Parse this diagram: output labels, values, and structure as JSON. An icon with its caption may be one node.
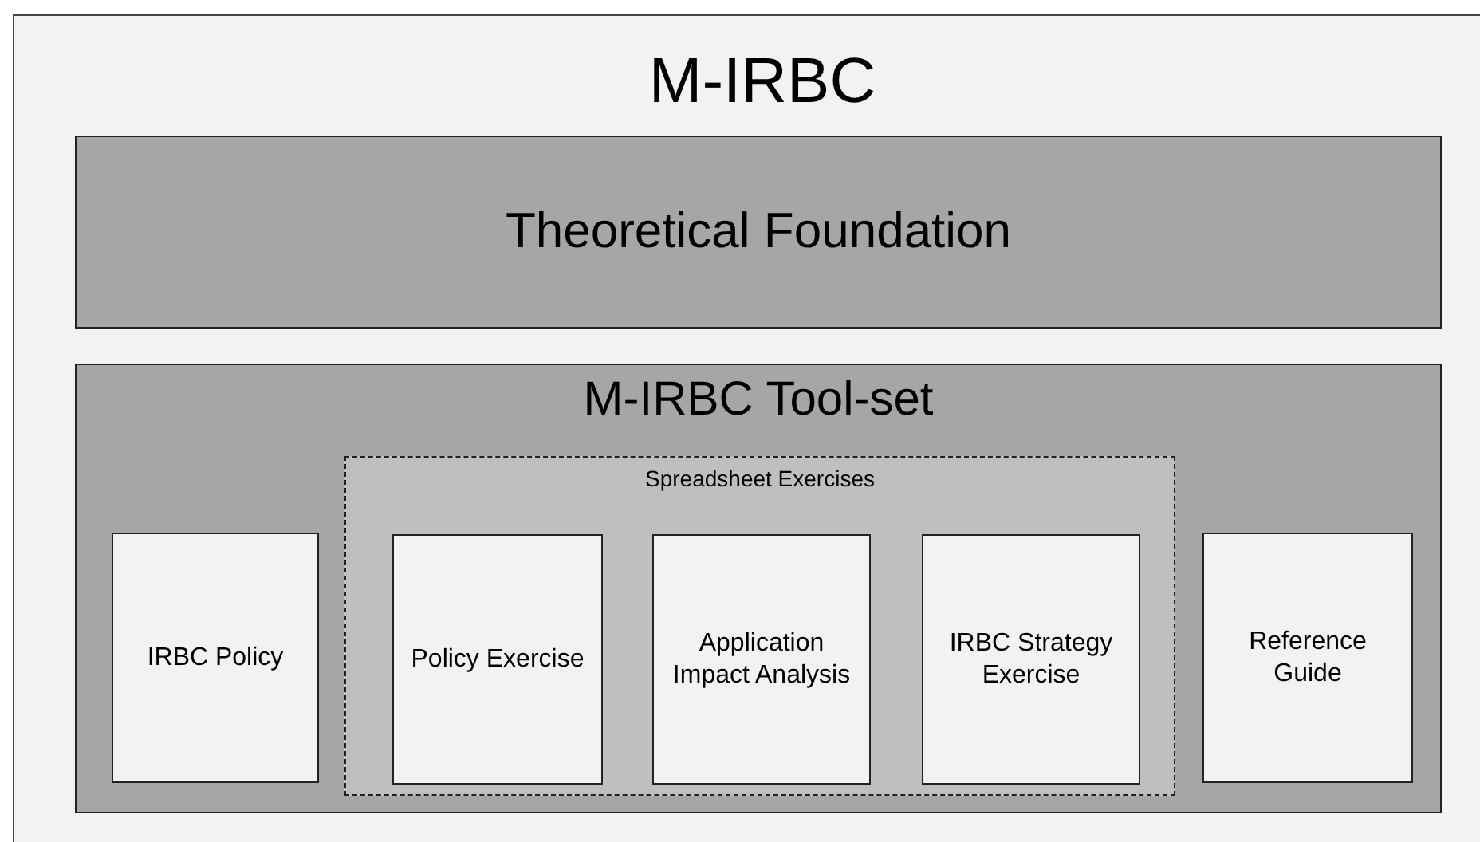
{
  "diagram": {
    "nodes": [
      {
        "text": [
          "M-IRBC"
        ]
      },
      {
        "text": [
          "Theoretical Foundation"
        ],
        "in": 0
      },
      {
        "text": [
          "M-IRBC Tool-set"
        ],
        "in": 0
      },
      {
        "text": [
          "IRBC Policy"
        ],
        "in": 2
      },
      {
        "text": [
          "Spreadsheet Exercises"
        ],
        "in": 2
      },
      {
        "text": [
          "Policy Exercise"
        ],
        "in": 4
      },
      {
        "text": [
          "Application Impact Analysis"
        ],
        "in": 4
      },
      {
        "text": [
          "IRBC Strategy Exercise"
        ],
        "in": 4
      },
      {
        "text": [
          "Reference Guide"
        ],
        "in": 2
      }
    ]
  }
}
